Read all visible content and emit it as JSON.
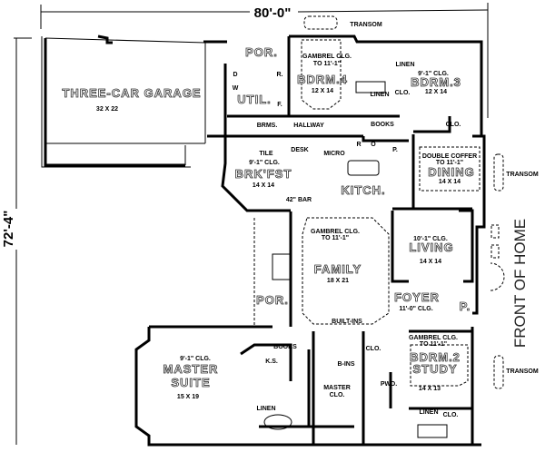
{
  "dimensions": {
    "width": "80'-0\"",
    "depth": "72'-4\""
  },
  "front_label": "FRONT OF HOME",
  "transom": "TRANSOM",
  "rooms": {
    "garage": {
      "name": "THREE-CAR GARAGE",
      "size": "32 X 22"
    },
    "porch_top": {
      "name": "POR."
    },
    "util": {
      "name": "UTIL.",
      "d": "D",
      "w": "W",
      "r": "R.",
      "f": "F."
    },
    "brms": "BRMS.",
    "hallway": "HALLWAY",
    "books_hall": "BOOKS",
    "bdrm4": {
      "ceiling1": "GAMBREL CLG.",
      "ceiling2": "TO 11'-1\"",
      "name": "BDRM.4",
      "size": "12 X 14"
    },
    "linen1": "LINEN",
    "linen2": "LINEN",
    "clo1": "CLO.",
    "bdrm3": {
      "ceiling": "9'-1\" CLG.",
      "name": "BDRM.3",
      "size": "12 X 14",
      "closet": "CLO."
    },
    "brkfst": {
      "floor": "TILE",
      "ceiling": "9'-1\" CLG.",
      "name": "BRK'FST",
      "size": "14 X 14"
    },
    "kitchen": {
      "name": "KITCH.",
      "desk": "DESK",
      "micro": "MICRO",
      "r": "R",
      "o": "O",
      "pantry": "P.",
      "bar": "42\" BAR"
    },
    "dining": {
      "ceiling1": "DOUBLE COFFER",
      "ceiling2": "TO 11'-1\"",
      "name": "DINING",
      "size": "14 X 14"
    },
    "family": {
      "ceiling1": "GAMBREL CLG.",
      "ceiling2": "TO 11'-1\"",
      "name": "FAMILY",
      "size": "18 X 21",
      "builtins": "BUILT-INS"
    },
    "living": {
      "ceiling": "10'-1\" CLG.",
      "name": "LIVING",
      "size": "14 X 14"
    },
    "porch_rear": {
      "name": "POR."
    },
    "foyer": {
      "name": "FOYER",
      "ceiling": "11'-0\" CLG.",
      "porch": "P."
    },
    "master": {
      "ceiling": "9'-1\" CLG.",
      "name1": "MASTER",
      "name2": "SUITE",
      "size": "15 X 19",
      "books": "BOOKS",
      "ks": "K.S.",
      "bins": "B-INS",
      "closet1": "MASTER",
      "closet2": "CLO.",
      "linen": "LINEN"
    },
    "hall_clo": "CLO.",
    "pwd": "PWD.",
    "bdrm2": {
      "ceiling1": "GAMBREL CLG.",
      "ceiling2": "TO 11'-1\"",
      "name1": "BDRM.2",
      "name2": "STUDY",
      "size": "14 X 13",
      "linen": "LINEN",
      "closet": "CLO."
    }
  }
}
